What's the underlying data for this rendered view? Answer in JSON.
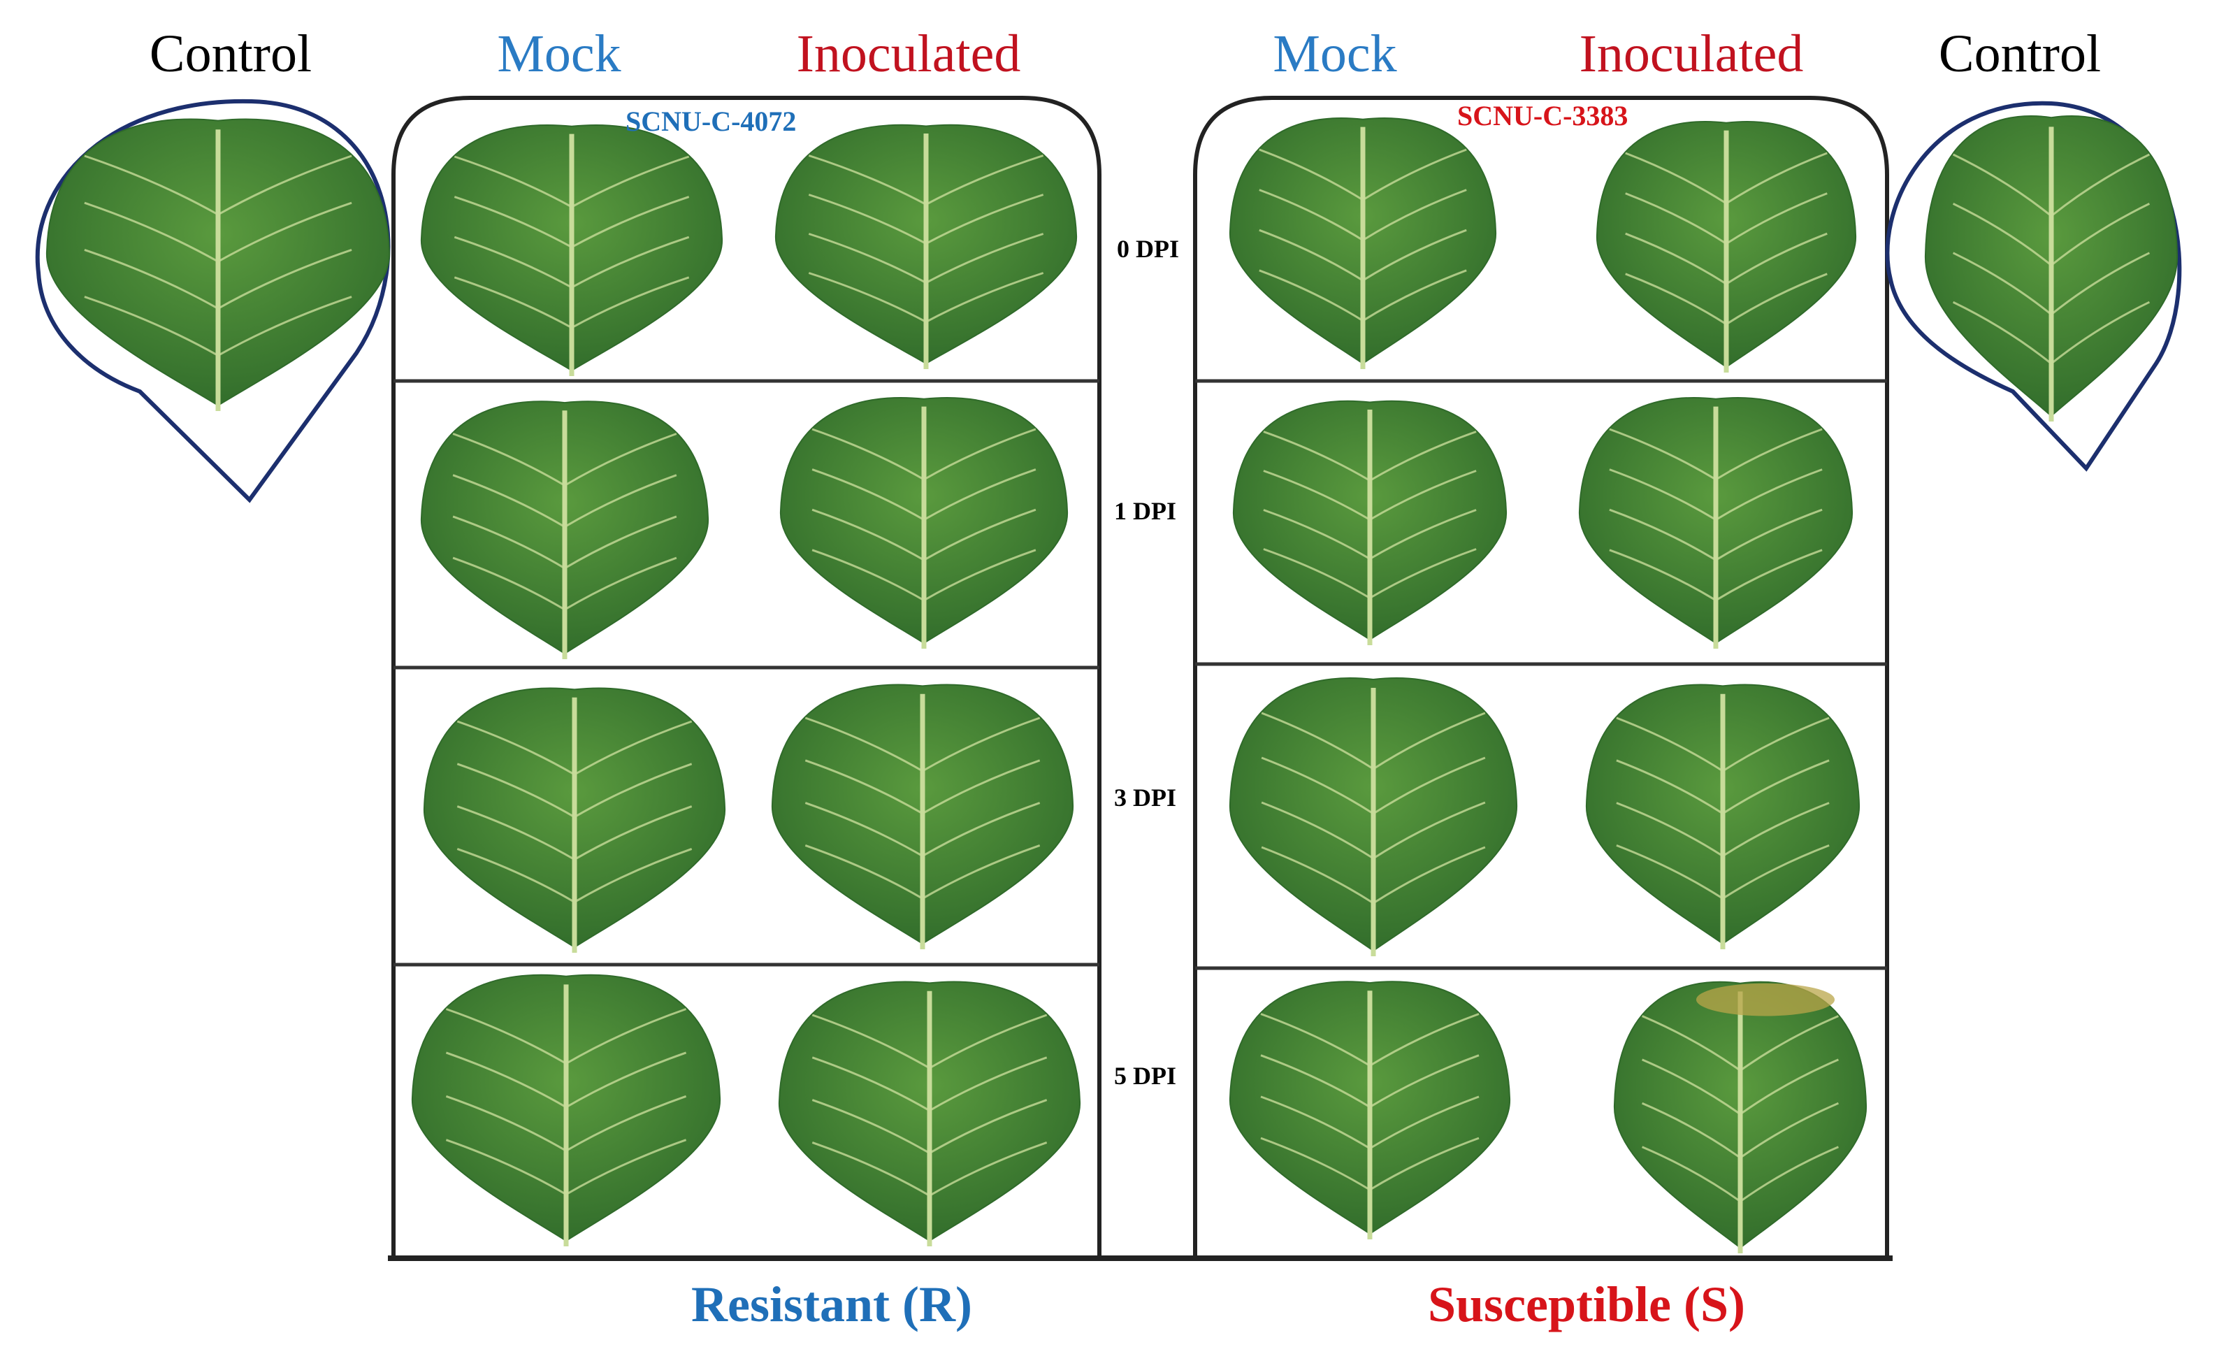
{
  "headers": {
    "control_left": "Control",
    "mock_resistant": "Mock",
    "inoculated_resistant": "Inoculated",
    "mock_susceptible": "Mock",
    "inoculated_susceptible": "Inoculated",
    "control_right": "Control"
  },
  "genotypes": {
    "resistant": "SCNU-C-4072",
    "susceptible": "SCNU-C-3383"
  },
  "time_points": [
    "0 DPI",
    "1 DPI",
    "3 DPI",
    "5 DPI"
  ],
  "groups": {
    "resistant": "Resistant (R)",
    "susceptible": "Susceptible (S)"
  },
  "colors": {
    "mock_label": "#2a7bc4",
    "inoculated_label": "#c1121f",
    "resistant_label": "#1f6fb8",
    "susceptible_label": "#d7141a",
    "frame": "#222222",
    "teardrop_outline": "#1c2f6e",
    "leaf_light": "#5a9a3e",
    "leaf_dark": "#2f6a2a",
    "vein": "#c8dc9a",
    "lesion": "#b9a64a"
  }
}
